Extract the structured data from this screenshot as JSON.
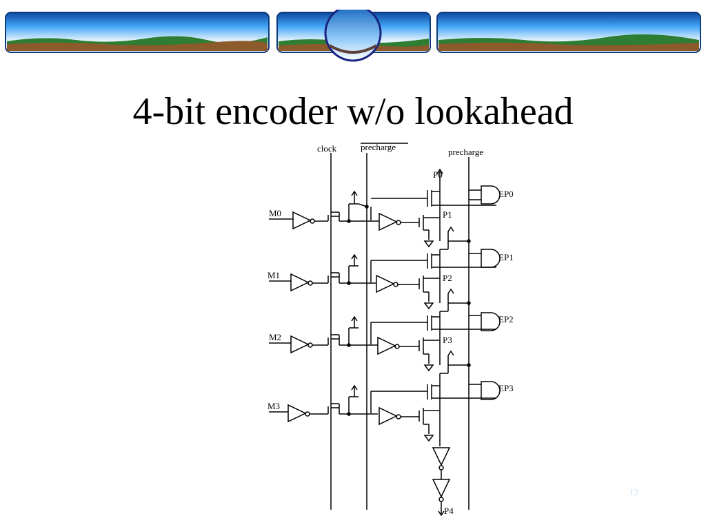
{
  "slide": {
    "title": "4-bit encoder w/o lookahead",
    "page_number": "12"
  },
  "diagram": {
    "rail_labels": [
      "clock",
      "precharge",
      "precharge"
    ],
    "inputs": [
      "M0",
      "M1",
      "M2",
      "M3"
    ],
    "outputs": [
      "EP0",
      "EP1",
      "EP2",
      "EP3"
    ],
    "top_label": "P0",
    "bottom_label": "P4",
    "node_labels": [
      "P1",
      "P2",
      "P3"
    ]
  },
  "colors": {
    "sky_top": "#1565c0",
    "sky_mid": "#64b5f6",
    "hill_green": "#2e7d32",
    "earth_brown": "#8d5a2b"
  }
}
